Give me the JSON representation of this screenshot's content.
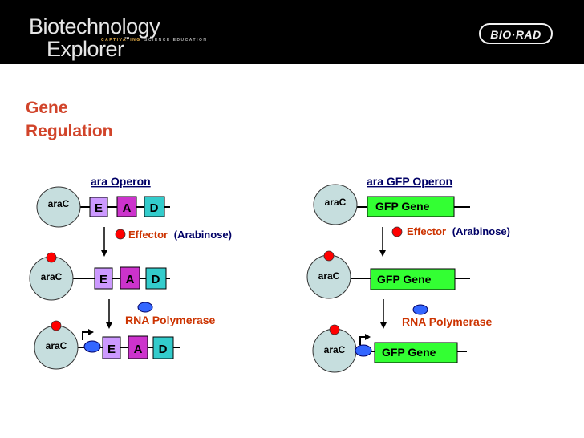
{
  "header": {
    "logo_line1": "Biotechnology",
    "logo_line2": "Explorer",
    "logo_tm": "™",
    "logo_tagline_1": "CAPTIVATING",
    "logo_tagline_2": "SCIENCE EDUCATION",
    "brand_name": "BIO·RAD"
  },
  "title": {
    "line1": "Gene",
    "line2": "Regulation"
  },
  "left_panel": {
    "heading": "ara Operon",
    "regulator_label": "araC",
    "genes": [
      "E",
      "A",
      "D"
    ],
    "effector_word": "Effector",
    "effector_detail": "(Arabinose)",
    "polymerase_label": "RNA Polymerase"
  },
  "right_panel": {
    "heading": "ara GFP Operon",
    "regulator_label": "araC",
    "gene_label": "GFP Gene",
    "effector_word": "Effector",
    "effector_detail": "(Arabinose)",
    "polymerase_label": "RNA Polymerase"
  },
  "colors": {
    "title": "#d1442a",
    "heading": "#000066",
    "effector_word": "#cc3300",
    "polymerase_label": "#cc3300",
    "gene_E": "#cc99ff",
    "gene_A": "#cc33cc",
    "gene_D": "#33cccc",
    "gfp_gene": "#33ff33",
    "regulator": "#c6dede",
    "effector_dot": "#ff0000",
    "polymerase": "#3366ff"
  }
}
